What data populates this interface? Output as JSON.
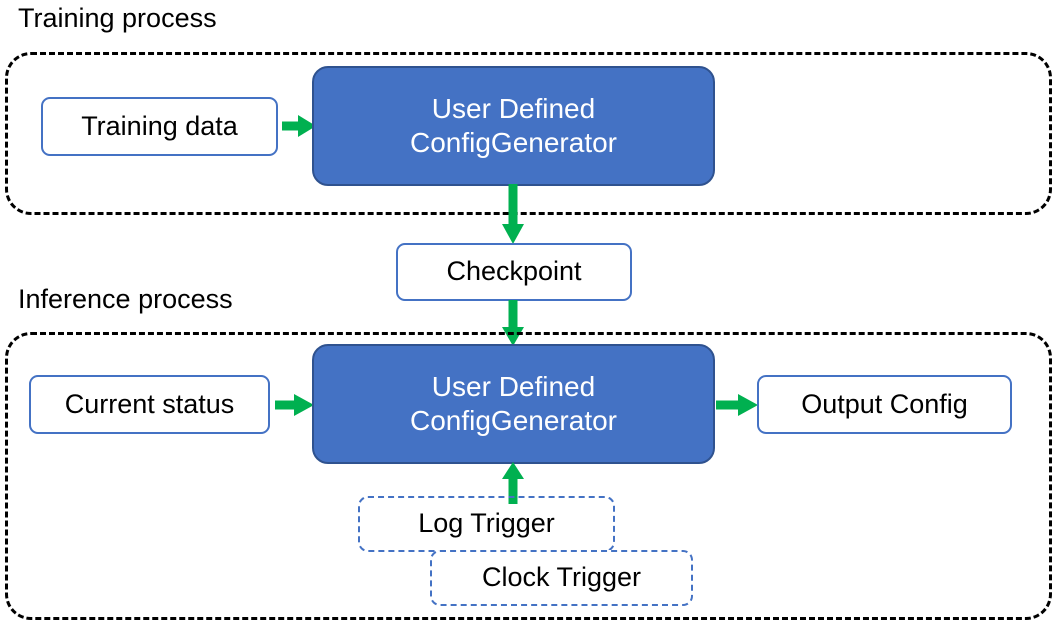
{
  "diagram": {
    "title_training": "Training process",
    "title_inference": "Inference process",
    "groups": [
      {
        "id": "training",
        "label": "Training process"
      },
      {
        "id": "inference",
        "label": "Inference process"
      }
    ],
    "nodes": {
      "training_data": "Training data",
      "training_generator_line1": "User Defined",
      "training_generator_line2": "ConfigGenerator",
      "checkpoint": "Checkpoint",
      "current_status": "Current status",
      "inference_generator_line1": "User Defined",
      "inference_generator_line2": "ConfigGenerator",
      "output_config": "Output Config",
      "log_trigger": "Log Trigger",
      "clock_trigger": "Clock Trigger"
    },
    "colors": {
      "process_fill": "#4472C4",
      "process_border": "#2F528F",
      "process_text": "#FFFFFF",
      "box_border": "#4472C4",
      "box_fill": "#FFFFFF",
      "box_text": "#000000",
      "arrow": "#00B050",
      "container_border": "#000000",
      "trigger_border": "#4472C4",
      "background": "#FFFFFF"
    },
    "edges": [
      {
        "name": "training-data-to-generator",
        "from": "Training data",
        "to": "User Defined ConfigGenerator",
        "direction": "right"
      },
      {
        "name": "generator-to-checkpoint",
        "from": "User Defined ConfigGenerator",
        "to": "Checkpoint",
        "direction": "down"
      },
      {
        "name": "checkpoint-to-inference-generator",
        "from": "Checkpoint",
        "to": "User Defined ConfigGenerator",
        "direction": "down"
      },
      {
        "name": "current-status-to-generator",
        "from": "Current status",
        "to": "User Defined ConfigGenerator",
        "direction": "right"
      },
      {
        "name": "generator-to-output-config",
        "from": "User Defined ConfigGenerator",
        "to": "Output Config",
        "direction": "right"
      },
      {
        "name": "triggers-to-generator",
        "from": "Log Trigger / Clock Trigger",
        "to": "User Defined ConfigGenerator",
        "direction": "up"
      }
    ]
  }
}
